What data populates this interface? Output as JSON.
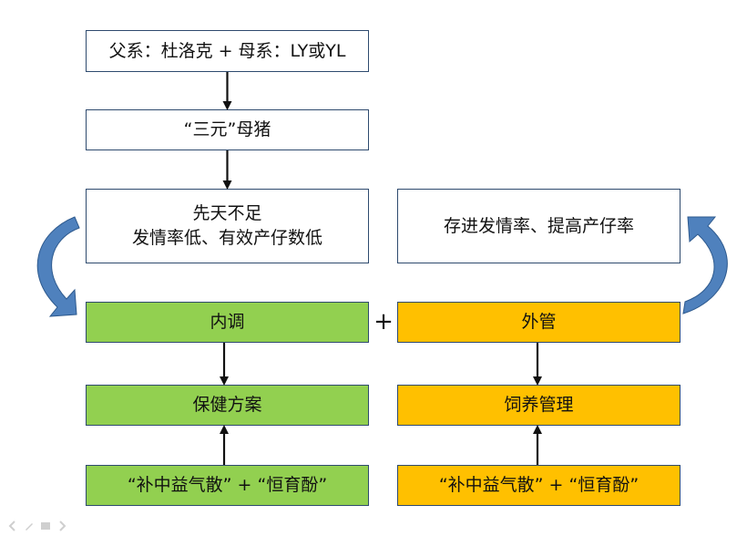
{
  "boxes": {
    "b1": "父系：杜洛克 + 母系：LY或YL",
    "b2": "“三元”母猪",
    "b3_line1": "先天不足",
    "b3_line2": "发情率低、有效产仔数低",
    "b4": "存进发情率、提高产仔率",
    "b5": "内调",
    "b6": "外管",
    "b7": "保健方案",
    "b8": "饲养管理",
    "b9": "“补中益气散” + “恒育酚”",
    "b10": "“补中益气散” + “恒育酚”"
  },
  "plus_sign": "+",
  "colors": {
    "green": "#92d050",
    "gold": "#ffc000",
    "border": "#2e4a6e",
    "curved_arrow": "#4f81bd"
  },
  "icons": [
    "curved-arrow-left-icon",
    "curved-arrow-right-icon",
    "prev-slide-icon",
    "pen-icon",
    "menu-icon",
    "next-slide-icon"
  ]
}
